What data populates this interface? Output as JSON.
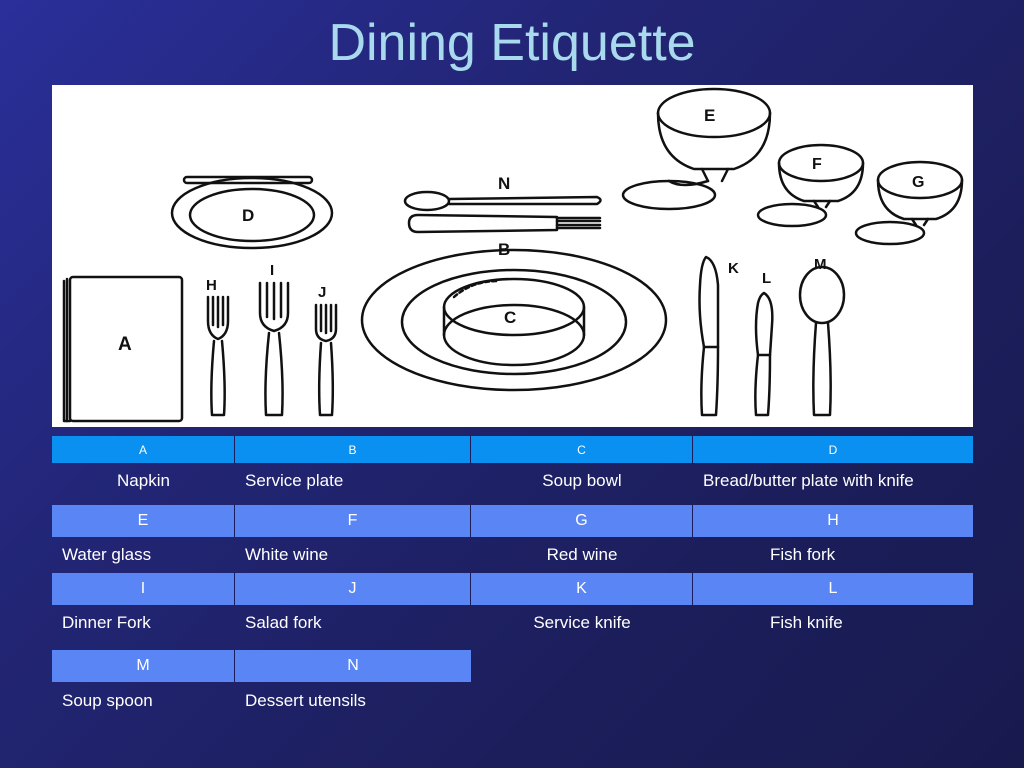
{
  "title": "Dining Etiquette",
  "illustration_letters": [
    "A",
    "B",
    "C",
    "D",
    "E",
    "F",
    "G",
    "H",
    "I",
    "J",
    "K",
    "L",
    "M",
    "N"
  ],
  "table": {
    "row1_keys": [
      "A",
      "B",
      "C",
      "D"
    ],
    "row1_vals": [
      "Napkin",
      "Service plate",
      "Soup bowl",
      "Bread/butter plate with knife"
    ],
    "row2_keys": [
      "E",
      "F",
      "G",
      "H"
    ],
    "row2_vals": [
      "Water glass",
      "White wine",
      "Red wine",
      "Fish fork"
    ],
    "row3_keys": [
      "I",
      "J",
      "K",
      "L"
    ],
    "row3_vals": [
      "Dinner Fork",
      "Salad fork",
      "Service knife",
      "Fish knife"
    ],
    "row4_keys": [
      "M",
      "N"
    ],
    "row4_vals": [
      "Soup spoon",
      "Dessert utensils"
    ]
  },
  "colors": {
    "title": "#a9d9ec",
    "header_row1": "#0a90f0",
    "header_rows": "#5a86f5",
    "background": "#1c1e5c"
  }
}
